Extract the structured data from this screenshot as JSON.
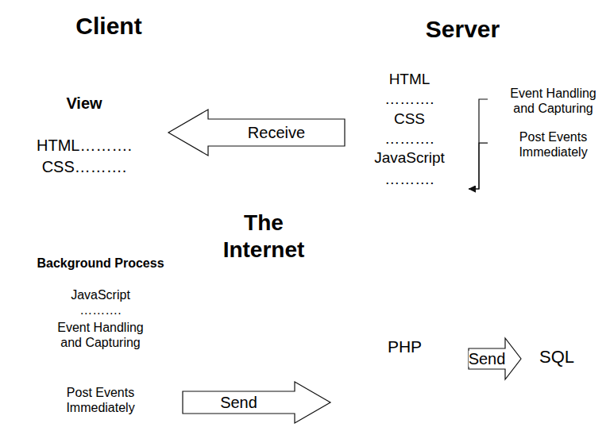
{
  "diagram": {
    "nodes": [
      {
        "text": [
          "Client"
        ]
      },
      {
        "text": [
          "View",
          "HTML……….",
          "CSS………."
        ],
        "in": 0
      },
      {
        "text": [
          "Background Process",
          "JavaScript",
          "……….",
          "Event Handling and Capturing",
          "Post Events Immediately"
        ],
        "in": 0
      },
      {
        "text": [
          "Server"
        ]
      },
      {
        "text": [
          "HTML",
          "……….",
          "CSS",
          "……….",
          "JavaScript",
          "………."
        ],
        "in": 3
      },
      {
        "text": [
          "Event Handling and Capturing"
        ],
        "in": 3
      },
      {
        "text": [
          "Post Events Immediately"
        ],
        "in": 3
      },
      {
        "text": [
          "PHP"
        ],
        "in": 3
      },
      {
        "text": [
          "SQL"
        ],
        "in": 3
      },
      {
        "text": [
          "The Internet"
        ]
      }
    ],
    "edges": [
      {
        "from": 4,
        "to": 1,
        "arrow": "to",
        "label": "Receive"
      },
      {
        "from": 5,
        "to": 4,
        "arrow": "to"
      },
      {
        "from": 6,
        "to": 4,
        "arrow": "to"
      },
      {
        "from": 2,
        "to": 7,
        "arrow": "to",
        "label": "Send"
      },
      {
        "from": 7,
        "to": 8,
        "arrow": "to",
        "label": "Send"
      }
    ]
  }
}
